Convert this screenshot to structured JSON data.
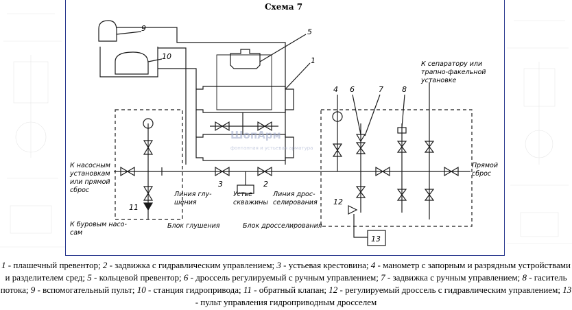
{
  "scheme_title": "Схема 7",
  "callouts": [
    "1",
    "2",
    "3",
    "4",
    "5",
    "6",
    "7",
    "8",
    "9",
    "10",
    "11",
    "12",
    "13"
  ],
  "labels": {
    "pump_in": "К насосным установкам или прямой сброс",
    "drill_pumps": "К буровым насосам",
    "block_kill": "Блок глушения",
    "block_choke": "Блок дросселирования",
    "line_kill": "Линия глушения",
    "wellhead": "Устье скважины",
    "line_choke": "Линия дросселирования",
    "separator": "К сепаратору или трапно-факельной установке",
    "straight_discharge": "Прямой сброс"
  },
  "watermark": {
    "title": "ШопАрм",
    "subtitle": "фонтанная и устьевая арматура"
  },
  "caption": [
    {
      "n": "1",
      "t": " - плашечный превентор; "
    },
    {
      "n": "2",
      "t": " - задвижка с гидравлическим управлением; "
    },
    {
      "n": "3",
      "t": " - устьевая крестовина; "
    },
    {
      "n": "4",
      "t": " - манометр с запорным и разрядным устройствами и разделителем сред; "
    },
    {
      "n": "5",
      "t": " - кольцевой превентор; "
    },
    {
      "n": "6",
      "t": " - дроссель регулируемый с ручным управлением; "
    },
    {
      "n": "7",
      "t": " - задвижка с ручным управлением; "
    },
    {
      "n": "8",
      "t": " - гаситель потока; "
    },
    {
      "n": "9",
      "t": " - вспомогательный пульт; "
    },
    {
      "n": "10",
      "t": " - станция гидропривода; "
    },
    {
      "n": "11",
      "t": " - обратный клапан; "
    },
    {
      "n": "12",
      "t": " - регулируемый дроссель с гидравлическим управлением; "
    },
    {
      "n": "13",
      "t": " - пульт управления гидроприводным дросселем"
    }
  ],
  "colors": {
    "frame": "#2b3a8f",
    "ink": "#1a1a1a",
    "watermark": "#9aa6c8"
  }
}
